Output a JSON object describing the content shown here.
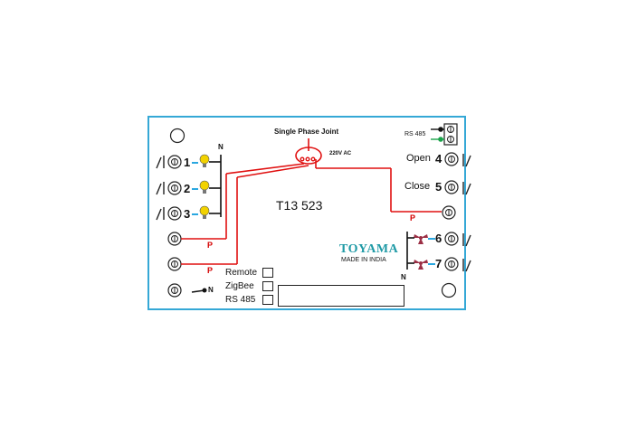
{
  "diagram": {
    "title": "Single Phase Joint",
    "voltage": "220V AC",
    "model": "T13 523",
    "brand": "TOYAMA",
    "made_in": "MADE IN INDIA",
    "rs485_top": "RS 485",
    "neutral_label": "N",
    "phase_label": "P",
    "left_numbers": [
      "1",
      "2",
      "3"
    ],
    "open_label": "Open",
    "open_number": "4",
    "close_label": "Close",
    "close_number": "5",
    "fan_numbers": [
      "6",
      "7"
    ],
    "bottom_left_neutral": "N",
    "options": [
      "Remote",
      "ZigBee",
      "RS 485"
    ],
    "colors": {
      "board_border": "#35a8d6",
      "wire_phase": "#e01010",
      "wire_neutral": "#111111",
      "bulb": "#f2d200",
      "dash": "#2aa7e0",
      "fan": "#9b2f45",
      "brand": "#1f9aa6",
      "rs485_green": "#1aa34a"
    }
  }
}
